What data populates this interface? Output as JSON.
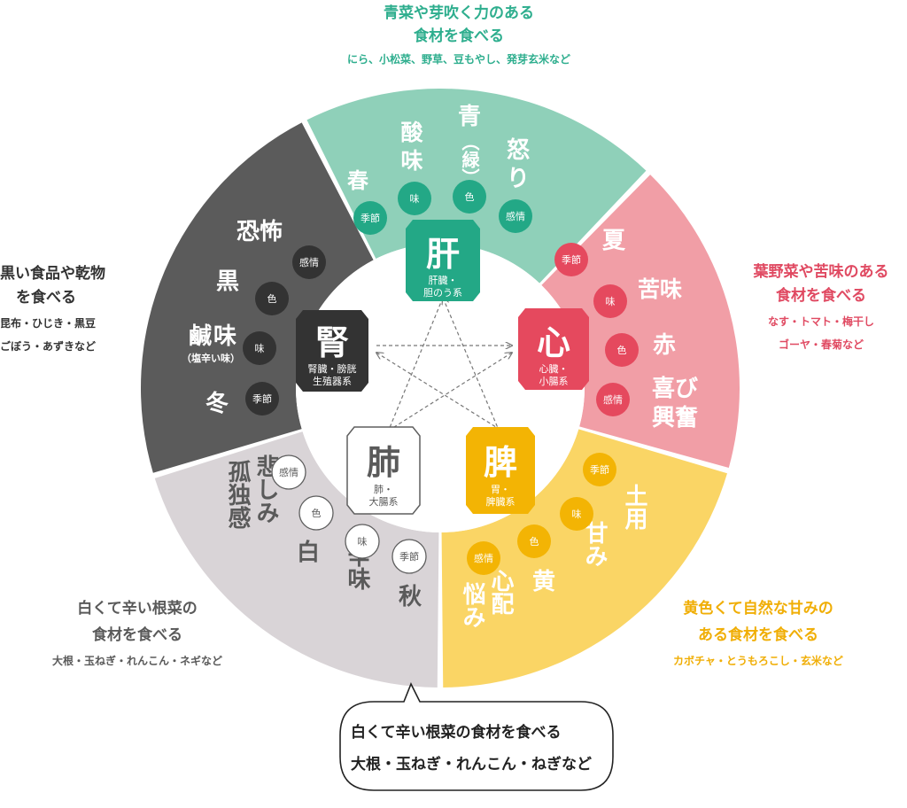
{
  "colors": {
    "liver": "#8fd0b9",
    "liver_dark": "#23a886",
    "liver_text": "#2eae8e",
    "heart": "#f19ea6",
    "heart_dark": "#e5495e",
    "heart_text": "#e04a62",
    "spleen": "#fad565",
    "spleen_dark": "#f3b404",
    "spleen_text": "#f0ae06",
    "lung": "#d9d4d7",
    "lung_border": "#5f5f5f",
    "lung_text": "#5a5a5a",
    "kidney": "#5b5b5b",
    "kidney_dark": "#333333",
    "kidney_text": "#333333",
    "arrow": "#777777"
  },
  "liver": {
    "organ": "肝",
    "organ_sub_1": "肝臓・",
    "organ_sub_2": "胆のう系",
    "season": "春",
    "taste_1": "酸",
    "taste_2": "味",
    "color_main": "青",
    "color_paren": "（緑）",
    "emotion_1": "怒",
    "emotion_2": "り",
    "tag_season": "季節",
    "tag_taste": "味",
    "tag_color": "色",
    "tag_emotion": "感情",
    "note_1": "青菜や芽吹く力のある",
    "note_2": "食材を食べる",
    "note_3": "にら、小松菜、野草、豆もやし、発芽玄米など"
  },
  "heart": {
    "organ": "心",
    "organ_sub_1": "心臓・",
    "organ_sub_2": "小腸系",
    "season": "夏",
    "taste": "苦味",
    "color": "赤",
    "emotion_1": "喜び",
    "emotion_2": "興奮",
    "tag_season": "季節",
    "tag_taste": "味",
    "tag_color": "色",
    "tag_emotion": "感情",
    "note_1": "葉野菜や苦味のある",
    "note_2": "食材を食べる",
    "note_3": "なす・トマト・梅干し",
    "note_4": "ゴーヤ・春菊など"
  },
  "spleen": {
    "organ": "脾",
    "organ_sub_1": "胃・",
    "organ_sub_2": "脾臓系",
    "season": "土用",
    "taste": "甘み",
    "color": "黄",
    "emotion_1": "心配",
    "emotion_2": "悩み",
    "tag_season": "季節",
    "tag_taste": "味",
    "tag_color": "色",
    "tag_emotion": "感情",
    "note_1": "黄色くて自然な甘みの",
    "note_2": "ある食材を食べる",
    "note_3": "カボチャ・とうもろこし・玄米など"
  },
  "lung": {
    "organ": "肺",
    "organ_sub_1": "肺・",
    "organ_sub_2": "大腸系",
    "season": "秋",
    "taste": "辛味",
    "color": "白",
    "emotion_1": "悲しみ",
    "emotion_2": "孤独感",
    "tag_season": "季節",
    "tag_taste": "味",
    "tag_color": "色",
    "tag_emotion": "感情",
    "note_1": "白くて辛い根菜の",
    "note_2": "食材を食べる",
    "note_3": "大根・玉ねぎ・れんこん・ネギなど"
  },
  "kidney": {
    "organ": "腎",
    "organ_sub_1": "腎臓・膀胱",
    "organ_sub_2": "生殖器系",
    "season": "冬",
    "taste_1": "鹹",
    "taste_2": "味",
    "taste_note": "（塩辛い味）",
    "color": "黒",
    "emotion": "恐怖",
    "tag_season": "季節",
    "tag_taste": "味",
    "tag_color": "色",
    "tag_emotion": "感情",
    "note_1": "黒い食品や乾物",
    "note_2": "を食べる",
    "note_3": "昆布・ひじき・黒豆",
    "note_4": "ごぼう・あずきなど"
  },
  "bubble": {
    "line_1": "白くて辛い根菜の食材を食べる",
    "line_2": "大根・玉ねぎ・れんこん・ねぎなど"
  }
}
